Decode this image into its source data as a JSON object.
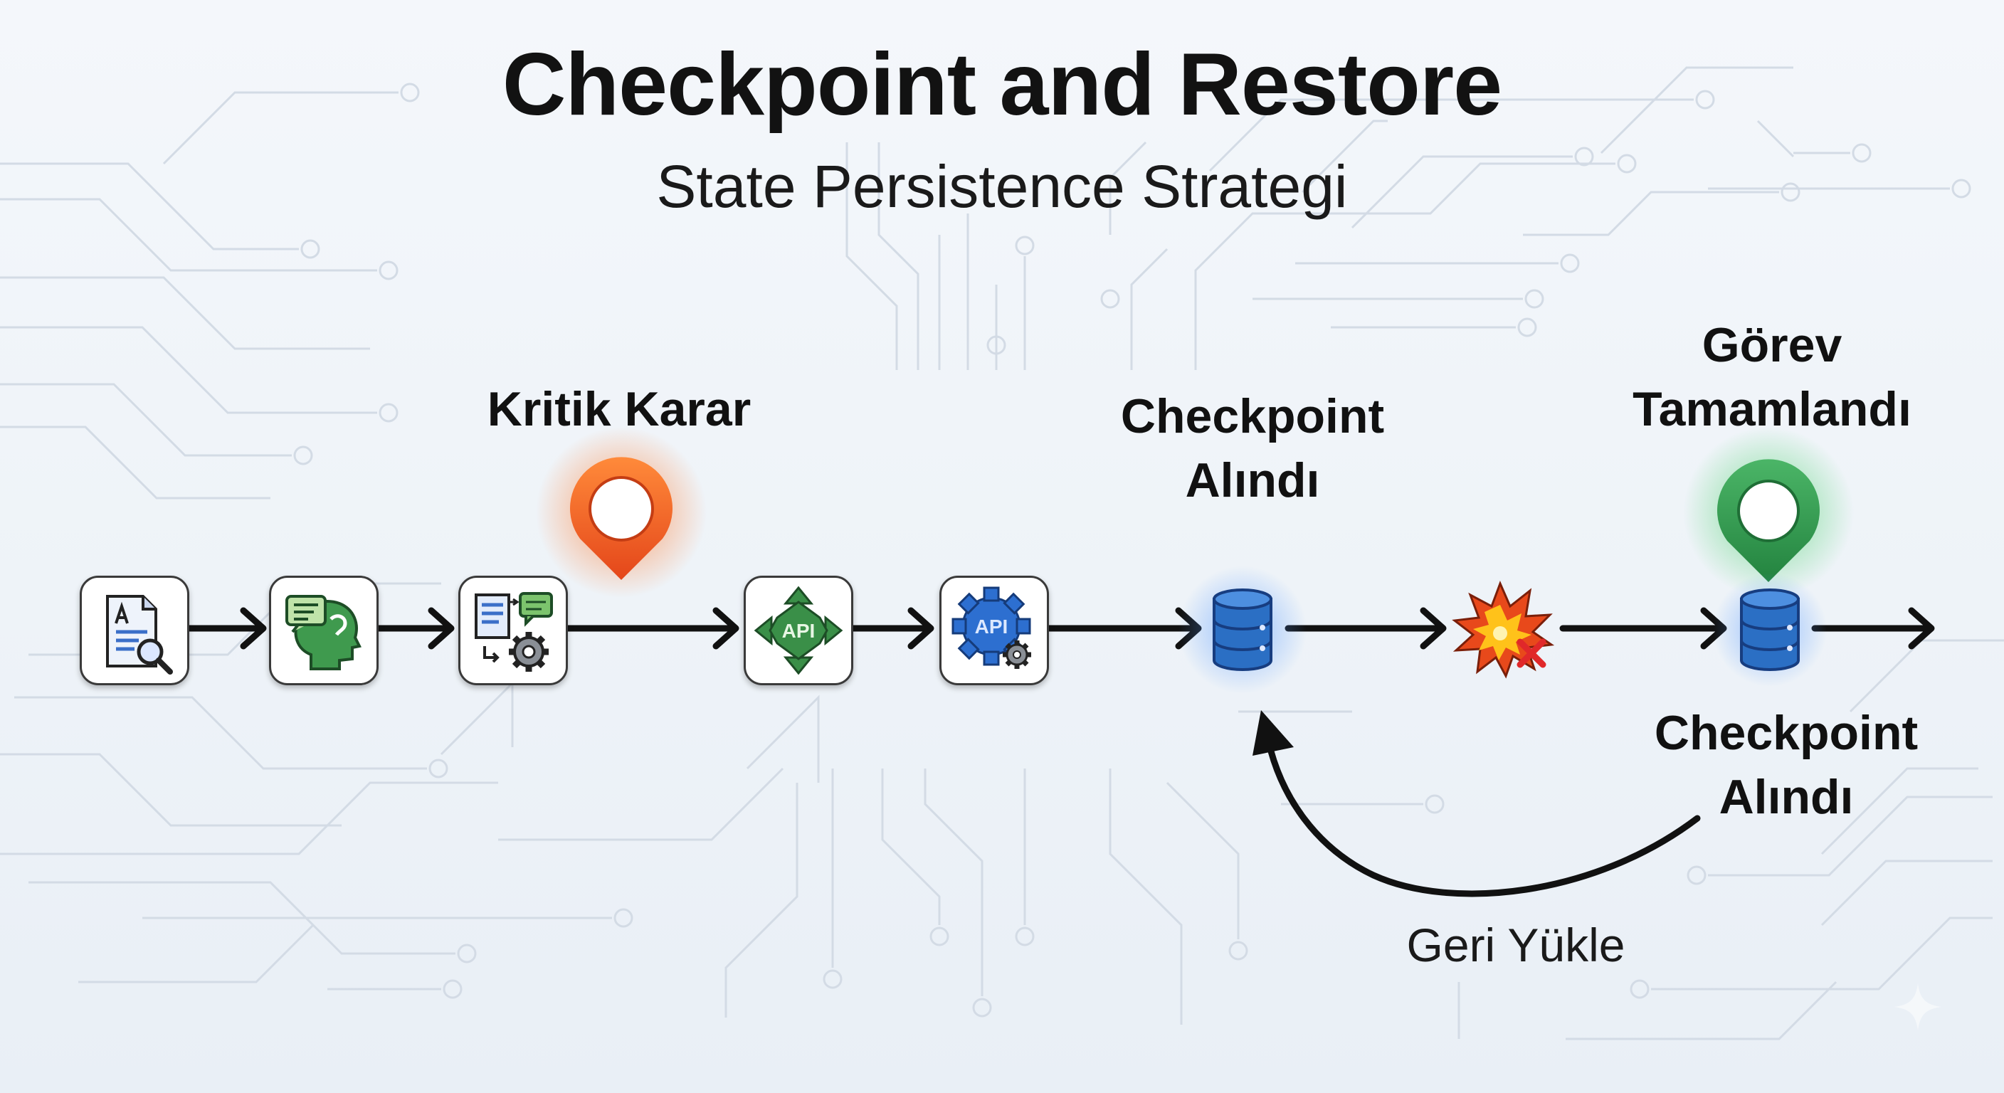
{
  "diagram": {
    "title": "Checkpoint and Restore",
    "subtitle": "State Persistence Strategi",
    "labels": {
      "critical_decision": "Kritik Karar",
      "checkpoint_1": [
        "Checkpoint",
        "Alındı"
      ],
      "task_done": [
        "Görev",
        "Tamamlandı"
      ],
      "checkpoint_2": [
        "Checkpoint",
        "Alındı"
      ],
      "restore": "Geri Yükle"
    },
    "steps": [
      {
        "icon": "document-search-icon"
      },
      {
        "icon": "head-thinking-icon"
      },
      {
        "icon": "document-chat-gear-icon"
      },
      {
        "icon": "api-arrows-icon",
        "text": "API"
      },
      {
        "icon": "api-gear-icon",
        "text": "API"
      },
      {
        "icon": "database-icon"
      },
      {
        "icon": "crash-explosion-icon"
      },
      {
        "icon": "database-icon"
      }
    ],
    "markers": [
      {
        "icon": "location-pin-icon",
        "color": "#ef5a1c"
      },
      {
        "icon": "location-pin-icon",
        "color": "#2e9a4e"
      }
    ],
    "colors": {
      "arrow": "#111111",
      "database": "#2b6fc4",
      "warning_pin": "#ef5a1c",
      "success_pin": "#2e9a4e",
      "api_green": "#3a8f48",
      "api_blue": "#2d6fd0"
    }
  }
}
